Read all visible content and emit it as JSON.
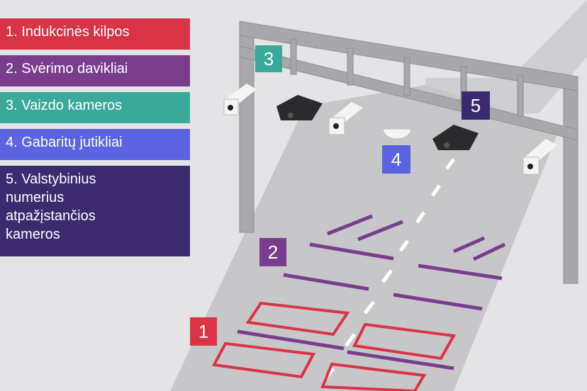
{
  "legend": [
    {
      "text": "1. Indukcinės kilpos",
      "color": "#d93446"
    },
    {
      "text": "2. Svėrimo davikliai",
      "color": "#7a3d8c"
    },
    {
      "text": "3. Vaizdo kameros",
      "color": "#3aa89a"
    },
    {
      "text": "4. Gabaritų jutikliai",
      "color": "#5c63e0"
    },
    {
      "text": "5. Valstybinius numerius atpažįstančios kameros",
      "lines": [
        "5. Valstybinius",
        "numerius",
        "atpažįstančios",
        "kameros"
      ],
      "color": "#3b2a6e"
    }
  ],
  "markers": [
    {
      "label": "1",
      "color": "#d93446"
    },
    {
      "label": "2",
      "color": "#7a3d8c"
    },
    {
      "label": "3",
      "color": "#3aa89a"
    },
    {
      "label": "4",
      "color": "#5c63e0"
    },
    {
      "label": "5",
      "color": "#3b2a6e"
    }
  ],
  "icons": [
    "video-camera-icon",
    "plate-camera-icon",
    "dome-sensor-icon"
  ]
}
